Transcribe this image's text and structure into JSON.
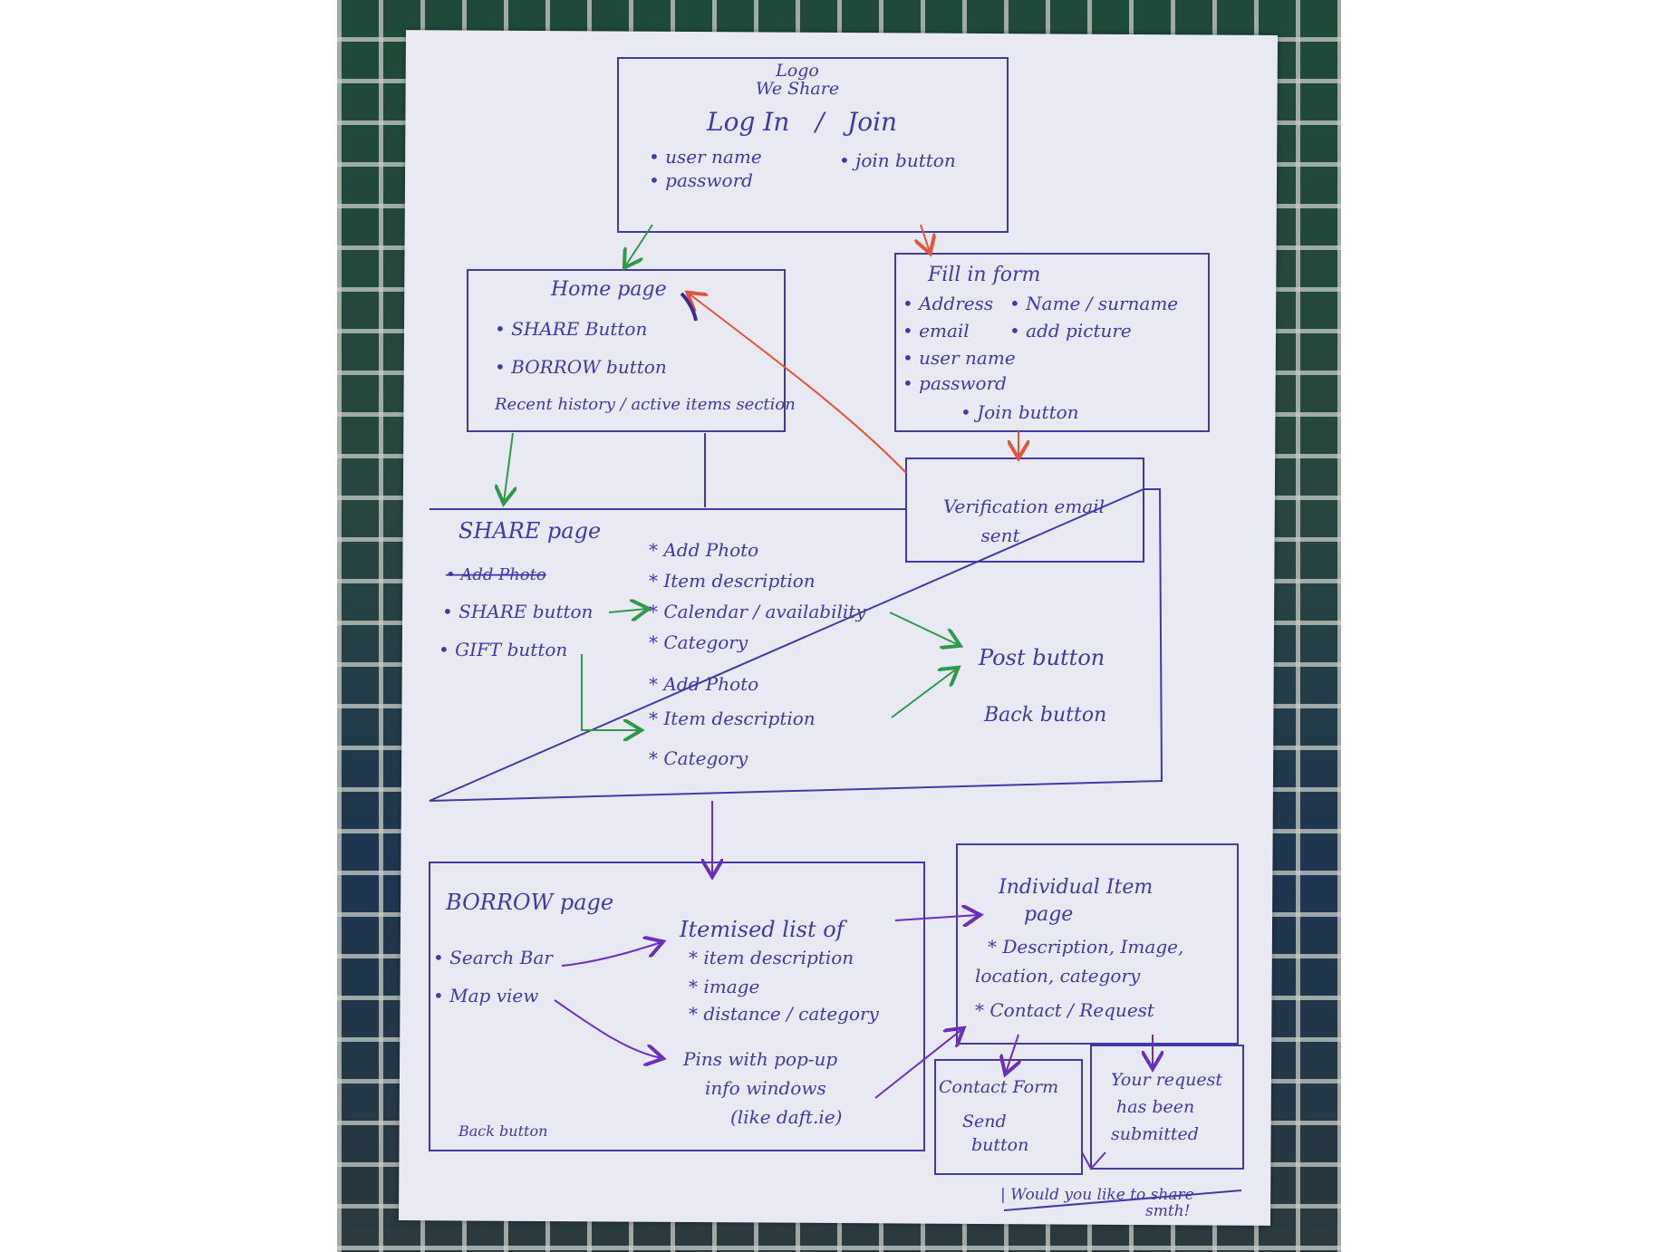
{
  "colors": {
    "ink": "#4338a8",
    "green_arrow": "#2f9a4c",
    "red_arrow": "#e2553a",
    "purple_arrow": "#6a2fc0"
  },
  "diagram": {
    "login": {
      "logo": "Logo",
      "app_name": "We Share",
      "heading_login": "Log In",
      "heading_slash": "/",
      "heading_join": "Join",
      "fields": [
        "• user name",
        "• password"
      ],
      "join_button": "• join button"
    },
    "form": {
      "title": "Fill in form",
      "items": [
        "• Address",
        "• Name / surname",
        "• email",
        "• add picture",
        "• user name",
        "• password",
        "• Join button"
      ]
    },
    "home": {
      "title": "Home page",
      "items": [
        "• SHARE Button",
        "• BORROW button",
        "Recent history / active items section"
      ]
    },
    "verify": {
      "line1": "Verification email",
      "line2": "sent"
    },
    "share": {
      "title": "SHARE page",
      "crossed": "• Add Photo",
      "buttons": [
        "• SHARE button",
        "• GIFT button"
      ],
      "share_fields": [
        "* Add Photo",
        "* Item description",
        "* Calendar / availability",
        "* Category"
      ],
      "gift_fields": [
        "* Add Photo",
        "* Item description",
        "* Category"
      ],
      "post_button": "Post button",
      "back_button": "Back button"
    },
    "borrow": {
      "title": "BORROW page",
      "items": [
        "• Search Bar",
        "• Map view"
      ],
      "list_title": "Itemised list of",
      "list_fields": [
        "* item description",
        "* image",
        "* distance / category"
      ],
      "pins_lines": [
        "Pins with pop-up",
        "info windows",
        "(like daft.ie)"
      ],
      "back_button": "Back button"
    },
    "item": {
      "title_lines": [
        "Individual Item",
        "page"
      ],
      "details": [
        "* Description, Image,",
        "location, category"
      ],
      "contact": "* Contact / Request"
    },
    "contact_form": {
      "title": "Contact Form",
      "lines": [
        "Send",
        "button"
      ]
    },
    "request": {
      "lines": [
        "Your request",
        "has been",
        "submitted"
      ]
    },
    "share_prompt": {
      "lines": [
        "| Would you like to share",
        "smth!"
      ]
    }
  }
}
